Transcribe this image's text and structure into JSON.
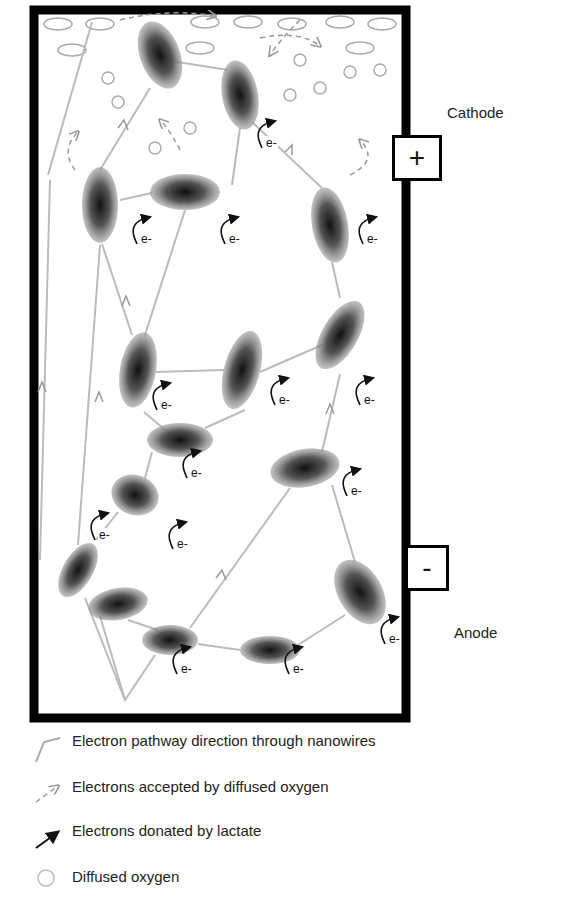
{
  "diagram": {
    "nodes": [
      {
        "text": [
          "+",
          "Cathode"
        ]
      },
      {
        "text": [
          "-",
          "Anode"
        ]
      }
    ],
    "labels": [
      "e-",
      "e-",
      "e-",
      "e-",
      "e-",
      "e-",
      "e-",
      "e-",
      "e-",
      "e-",
      "e-",
      "e-",
      "e-",
      "e-"
    ],
    "legend": [
      {
        "text": "Electron pathway direction through nanowires"
      },
      {
        "text": "Electrons accepted by diffused oxygen"
      },
      {
        "text": "Electrons donated by lactate"
      },
      {
        "text": "Diffused oxygen"
      }
    ]
  }
}
